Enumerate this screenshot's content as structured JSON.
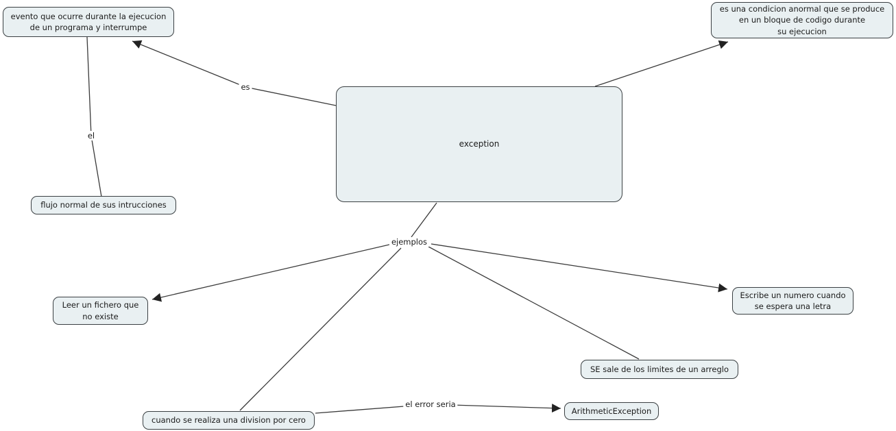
{
  "diagram": {
    "type": "concept-map",
    "topic": "exception",
    "colors": {
      "background": "#ffffff",
      "node_fill": "#e9f0f2",
      "node_border": "#3a3f42",
      "line": "#3a3a3a",
      "text": "#1a1a1a"
    },
    "nodes": {
      "exception": {
        "text": "exception"
      },
      "evento": {
        "text": "evento que ocurre durante la ejecucion\nde un programa y interrumpe"
      },
      "condicion": {
        "text": "es una condicion anormal que se produce\nen un bloque de codigo durante\nsu ejecucion"
      },
      "flujo": {
        "text": "flujo normal de sus intrucciones"
      },
      "leer": {
        "text": "Leer un fichero que\nno existe"
      },
      "escribe": {
        "text": "Escribe un numero cuando\nse espera una letra"
      },
      "sesale": {
        "text": "SE sale de los limites de un arreglo"
      },
      "division": {
        "text": "cuando se realiza una division por cero"
      },
      "arithmetic": {
        "text": "ArithmeticException"
      }
    },
    "edge_labels": {
      "es": "es",
      "el": "el",
      "ejemplos": "ejemplos",
      "error": "el error seria"
    },
    "edges": [
      {
        "from": "exception",
        "label": "es",
        "to": "evento",
        "arrow": true
      },
      {
        "from": "exception",
        "label": "",
        "to": "condicion",
        "arrow": true
      },
      {
        "from": "evento",
        "label": "el",
        "to": "flujo",
        "arrow": false
      },
      {
        "from": "exception",
        "label": "ejemplos",
        "to": "leer",
        "arrow": true
      },
      {
        "from": "exception",
        "label": "ejemplos",
        "to": "division",
        "arrow": false
      },
      {
        "from": "exception",
        "label": "ejemplos",
        "to": "sesale",
        "arrow": false
      },
      {
        "from": "exception",
        "label": "ejemplos",
        "to": "escribe",
        "arrow": true
      },
      {
        "from": "division",
        "label": "el error seria",
        "to": "arithmetic",
        "arrow": true
      }
    ]
  }
}
